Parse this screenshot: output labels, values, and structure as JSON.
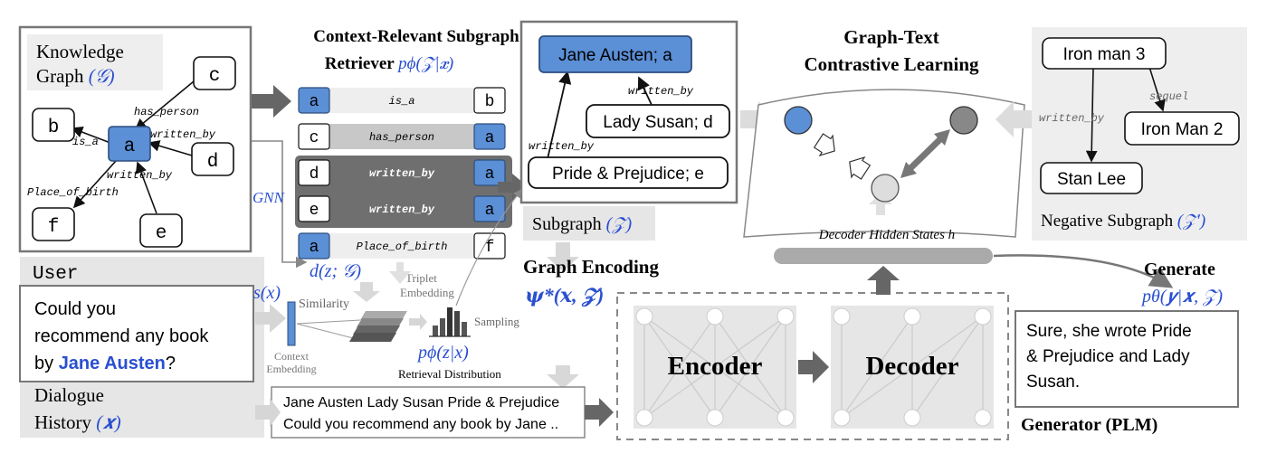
{
  "kg": {
    "title_line1": "Knowledge",
    "title_line2": "Graph",
    "title_symbol": "(𝒢)",
    "nodes": {
      "a": "a",
      "b": "b",
      "c": "c",
      "d": "d",
      "e": "e",
      "f": "f"
    },
    "edges": {
      "is_a": "is_a",
      "has_person": "has_person",
      "written_by_d": "written_by",
      "written_by_e": "written_by",
      "place_of_birth": "Place_of_birth"
    }
  },
  "retriever": {
    "title_line1": "Context-Relevant Subgraph",
    "title_line2_text": "Retriever",
    "title_line2_formula": "pϕ(𝒵|𝒙)",
    "gnn": "GNN",
    "dz": "d(z; 𝒢)",
    "triplets": [
      {
        "head": "a",
        "rel": "is_a",
        "tail": "b"
      },
      {
        "head": "c",
        "rel": "has_person",
        "tail": "a"
      },
      {
        "head": "d",
        "rel": "written_by",
        "tail": "a"
      },
      {
        "head": "e",
        "rel": "written_by",
        "tail": "a"
      },
      {
        "head": "a",
        "rel": "Place_of_birth",
        "tail": "f"
      }
    ]
  },
  "similarity": {
    "sx": "s(x)",
    "similarity": "Similarity",
    "context_line1": "Context",
    "context_line2": "Embedding",
    "triplet_line1": "Triplet",
    "triplet_line2": "Embedding",
    "sampling": "Sampling",
    "pz": "pϕ(z|x)",
    "retrieval": "Retrieval Distribution"
  },
  "user": {
    "label": "User",
    "msg_line1": "Could you",
    "msg_line2": "recommend any book",
    "msg_line3_prefix": "by",
    "msg_highlight": "Jane Austen",
    "msg_line3_suffix": "?",
    "history_line1": "Dialogue",
    "history_line2": "History",
    "history_symbol": "(𝒙)"
  },
  "subgraph": {
    "nodes": {
      "jane": "Jane Austen; a",
      "susan": "Lady Susan; d",
      "pride": "Pride & Prejudice; e"
    },
    "edges": {
      "wb1": "written_by",
      "wb2": "written_by"
    },
    "label": "Subgraph",
    "label_symbol": "(𝒵)"
  },
  "graph_encoding": {
    "title": "Graph Encoding",
    "formula": "𝝍*(𝒙, 𝒵)",
    "input_line1": "Jane Austen Lady Susan Pride & Prejudice",
    "input_line2": "Could you recommend any book by Jane .."
  },
  "contrastive": {
    "title_line1": "Graph-Text",
    "title_line2": "Contrastive Learning",
    "decoder_hidden": "Decoder Hidden States h"
  },
  "negative": {
    "nodes": {
      "ironman3": "Iron man 3",
      "ironman2": "Iron Man 2",
      "stanlee": "Stan Lee"
    },
    "edges": {
      "sequel": "sequel",
      "written_by": "written_by"
    },
    "label": "Negative Subgraph",
    "label_symbol": "(𝒵′)"
  },
  "generator": {
    "encoder": "Encoder",
    "decoder": "Decoder",
    "label": "Generator (PLM)"
  },
  "generate": {
    "title": "Generate",
    "formula": "pθ(𝒚|𝒙, 𝒵)",
    "output_line1": "Sure, she wrote Pride",
    "output_line2": "& Prejudice and Lady",
    "output_line3": "Susan."
  },
  "colors": {
    "accent_blue": "#5b8fd6",
    "dark_gray": "#666666",
    "panel_gray": "#eeeeee",
    "formula_blue": "#2a4fd0"
  }
}
